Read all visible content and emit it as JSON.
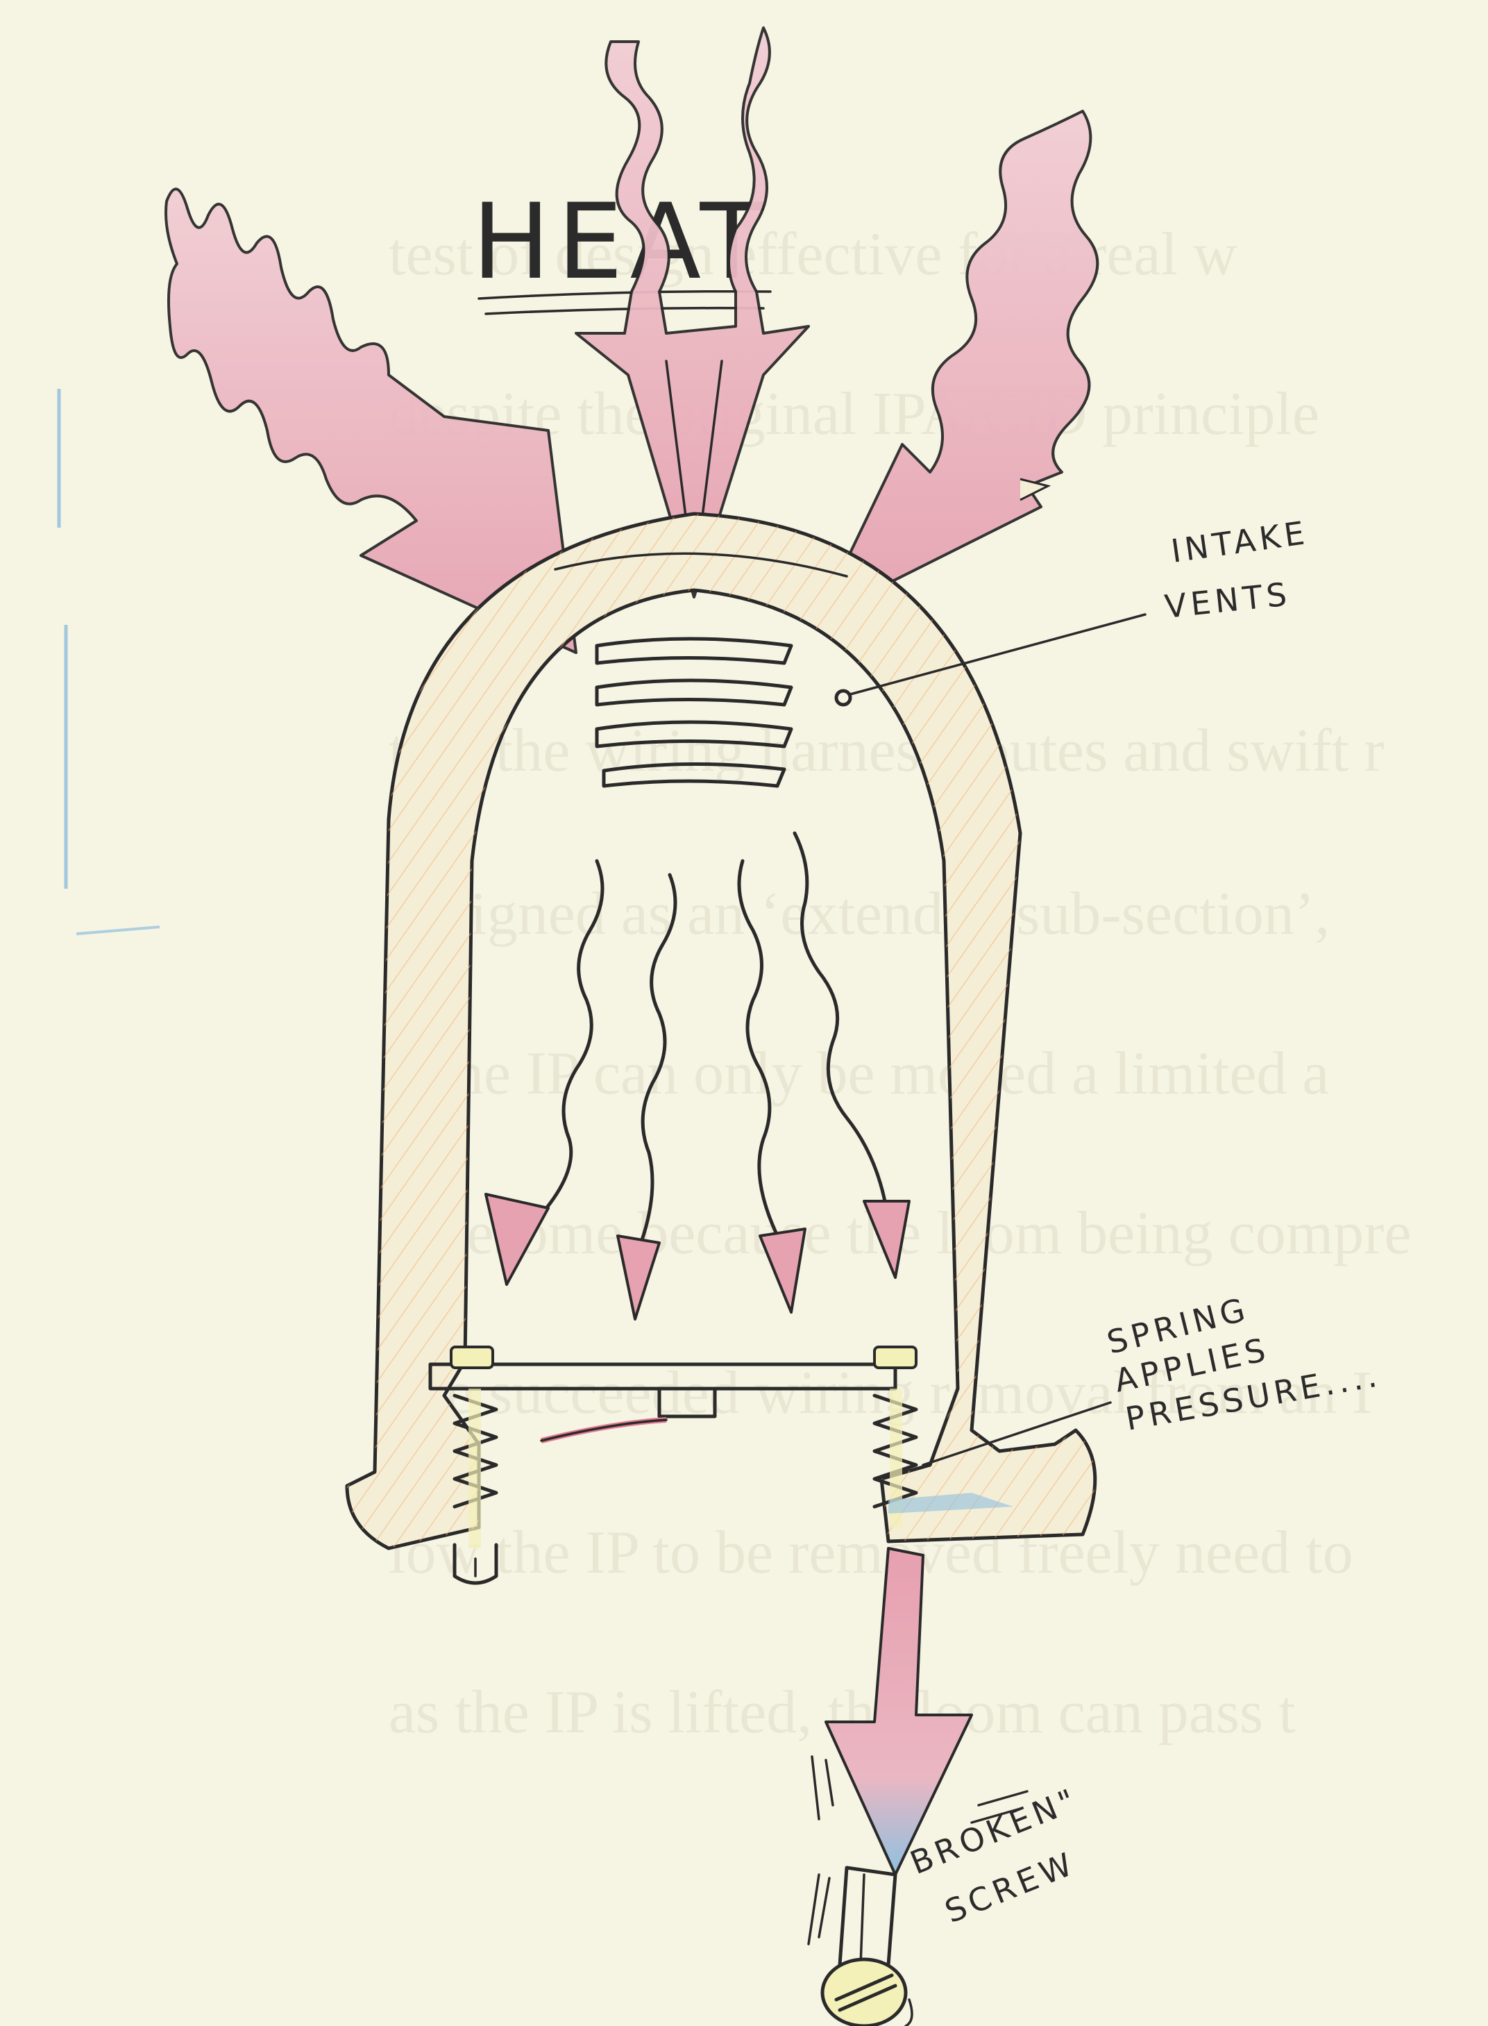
{
  "diagram": {
    "title": "HEAT",
    "labels": {
      "intake_line1": "INTAKE",
      "intake_line2": "VENTS",
      "spring_line1": "SPRING",
      "spring_line2": "APPLIES",
      "spring_line3": "PRESSURE....",
      "broken_line1": "BROKEN\"",
      "broken_line2": "SCREW"
    }
  },
  "background_text": [
    "test of design effective for a real w",
    "despite the original IPA/CID principle",
    "that the wiring harness routes and swift r",
    "designed as an ‘extended sub-section’,",
    "l, the IP can only be moved a limited a",
    "ublesome because the loom being compre",
    "ave succeeded wiring removal from an I",
    "low the IP to be removed freely need to",
    "as the IP is lifted, the loom can pass t"
  ],
  "colors": {
    "paper": "#f6f4e3",
    "ink": "#2a2a2a",
    "heat_arrow_fill": "#eab7c2",
    "heat_arrow_accent": "#e07a90",
    "housing_fill": "#f5eed6",
    "housing_hatch": "#f0b27a",
    "screw_fill": "#f3f0b8",
    "blue_accent": "#7fb4dd"
  },
  "icons": [
    "heat-arrow-icon",
    "heat-flow-arrow-icon",
    "spring-icon",
    "screw-icon"
  ]
}
